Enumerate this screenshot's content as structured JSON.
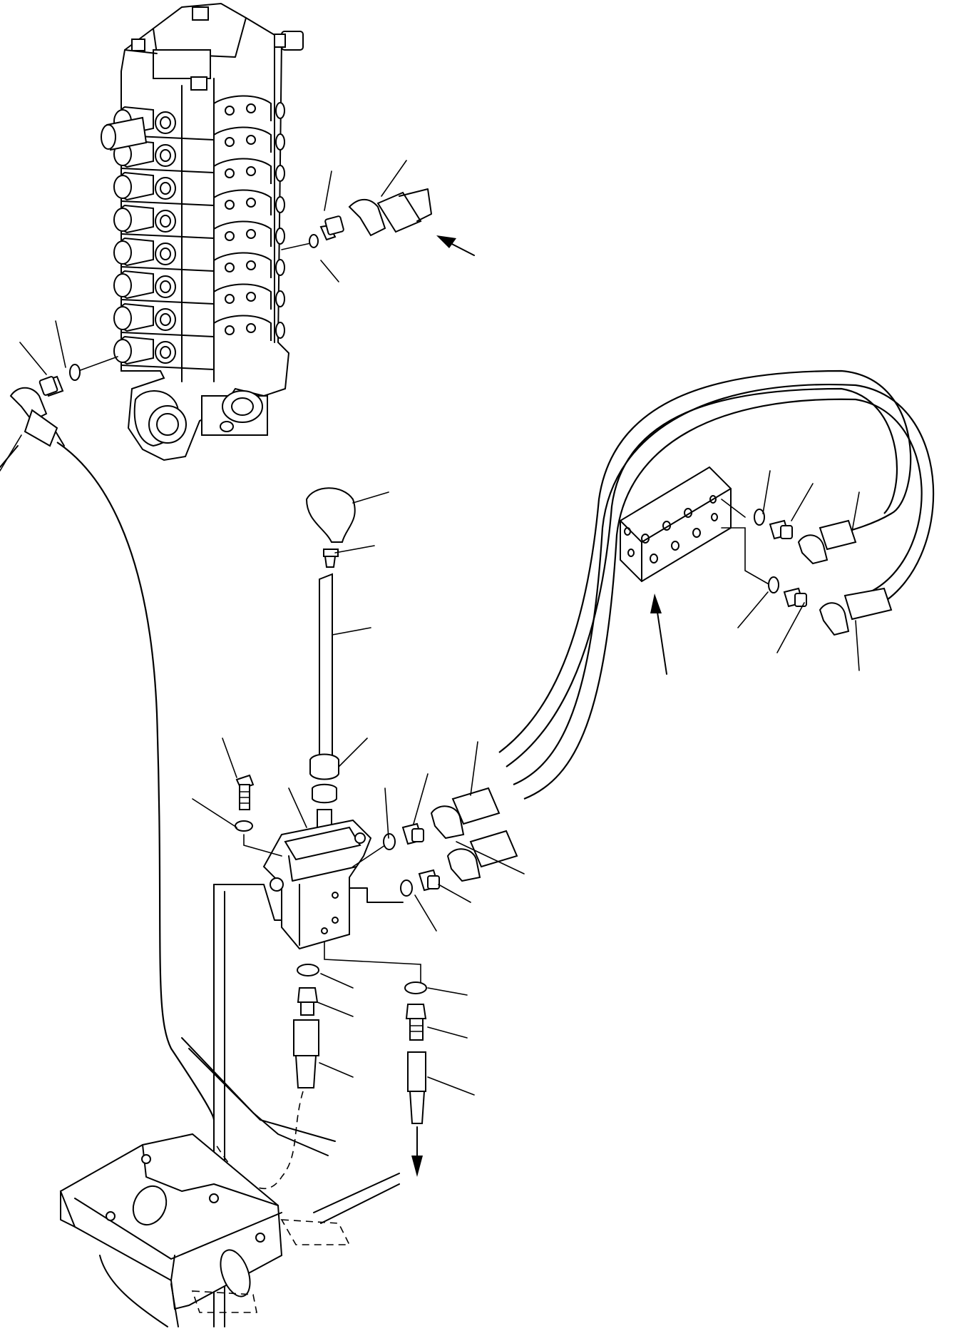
{
  "diagram": {
    "colors": {
      "line": "#000000",
      "background": "#ffffff"
    },
    "components": [
      {
        "id": "control-valve",
        "icon": "control-valve-icon"
      },
      {
        "id": "valve-handle",
        "icon": "lever-knob-icon"
      },
      {
        "id": "pilot-valve",
        "icon": "pilot-valve-icon"
      },
      {
        "id": "junction-block",
        "icon": "junction-block-icon"
      },
      {
        "id": "cab-floor-bracket",
        "icon": "bracket-icon"
      }
    ],
    "callouts": [],
    "direction_arrows": 3
  }
}
